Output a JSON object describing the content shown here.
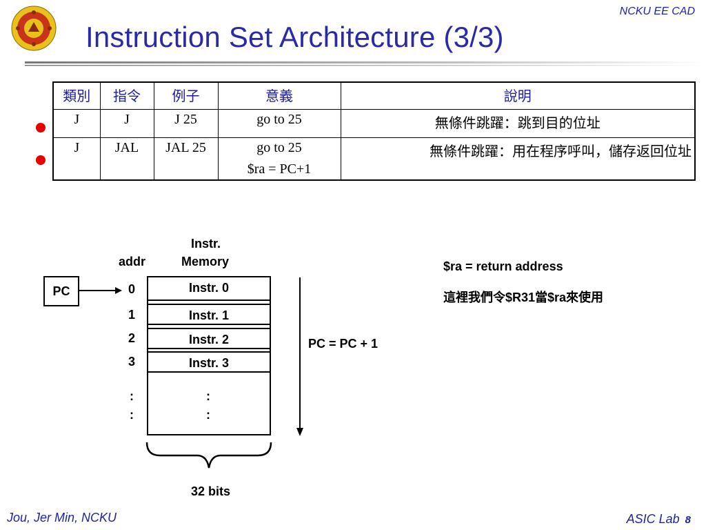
{
  "header": {
    "org": "NCKU EE CAD",
    "title": "Instruction Set Architecture (3/3)"
  },
  "table": {
    "headers": [
      "類別",
      "指令",
      "例子",
      "意義",
      "說明"
    ],
    "rows": [
      {
        "category": "J",
        "instruction": "J",
        "example": "J 25",
        "meaning_line1": "go to 25",
        "meaning_line2": "",
        "description": "無條件跳躍：跳到目的位址"
      },
      {
        "category": "J",
        "instruction": "JAL",
        "example": "JAL 25",
        "meaning_line1": "go to 25",
        "meaning_line2": "$ra = PC+1",
        "description": "無條件跳躍：用在程序呼叫，儲存返回位址"
      }
    ]
  },
  "diagram": {
    "memory_title_line1": "Instr.",
    "memory_title_line2": "Memory",
    "addr_label": "addr",
    "pc_label": "PC",
    "addresses": [
      "0",
      "1",
      "2",
      "3"
    ],
    "slots": [
      "Instr. 0",
      "Instr. 1",
      "Instr. 2",
      "Instr. 3"
    ],
    "ellipsis": ":",
    "width_label": "32 bits",
    "pc_update": "PC = PC + 1"
  },
  "notes": {
    "line1": "$ra = return address",
    "line2": "這裡我們令$R31當$ra來使用"
  },
  "footer": {
    "author": "Jou, Jer Min, NCKU",
    "lab": "ASIC Lab",
    "page": "8"
  },
  "colors": {
    "title": "#2a2aa6",
    "header_text": "#1a1aa3",
    "bullet": "#e60000",
    "footer": "#1f1fa8"
  }
}
